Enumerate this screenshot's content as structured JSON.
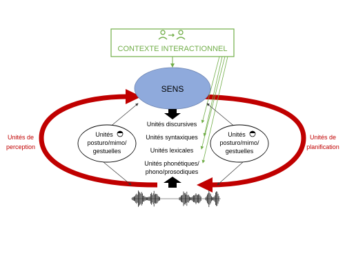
{
  "context_box": {
    "label": "CONTEXTE INTERACTIONNEL",
    "icon": "two-people-exchange-icon",
    "color": "#70ad47"
  },
  "sens": {
    "label": "SENS",
    "fill": "#8faadc"
  },
  "center_units": [
    "Unités discursives",
    "Unités syntaxiques",
    "Unités lexicales",
    "Unités phonétiques/",
    "phono/prosodiques"
  ],
  "left_oval": {
    "lines": [
      "Unités",
      "posturo/mimo/",
      "gestuelles"
    ],
    "icon": "face-icon"
  },
  "right_oval": {
    "lines": [
      "Unités",
      "posturo/mimo/",
      "gestuelles"
    ],
    "icon": "face-icon"
  },
  "left_label": {
    "lines": [
      "Unités de",
      "perception"
    ]
  },
  "right_label": {
    "lines": [
      "Unités de",
      "planification"
    ]
  },
  "colors": {
    "cycle_arrow": "#c00000",
    "text": "#000000",
    "accent_red": "#c00000"
  }
}
